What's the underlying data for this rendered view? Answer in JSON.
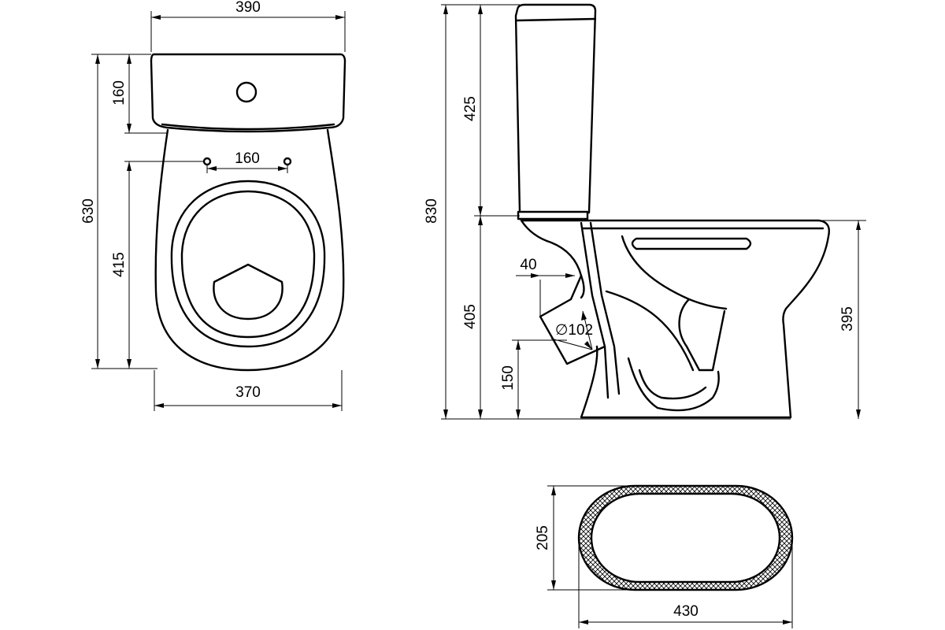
{
  "dimensions": {
    "front_tank_width": "390",
    "front_tank_height": "160",
    "front_total_height": "630",
    "front_bowl_length": "415",
    "fixing_hole_spacing": "160",
    "front_bowl_width": "370",
    "side_total_height": "830",
    "side_tank_height": "425",
    "side_lower_height": "405",
    "side_outlet_offset": "40",
    "outlet_diameter": "∅102",
    "outlet_height": "150",
    "side_bowl_height": "395",
    "base_depth": "205",
    "base_length": "430"
  }
}
